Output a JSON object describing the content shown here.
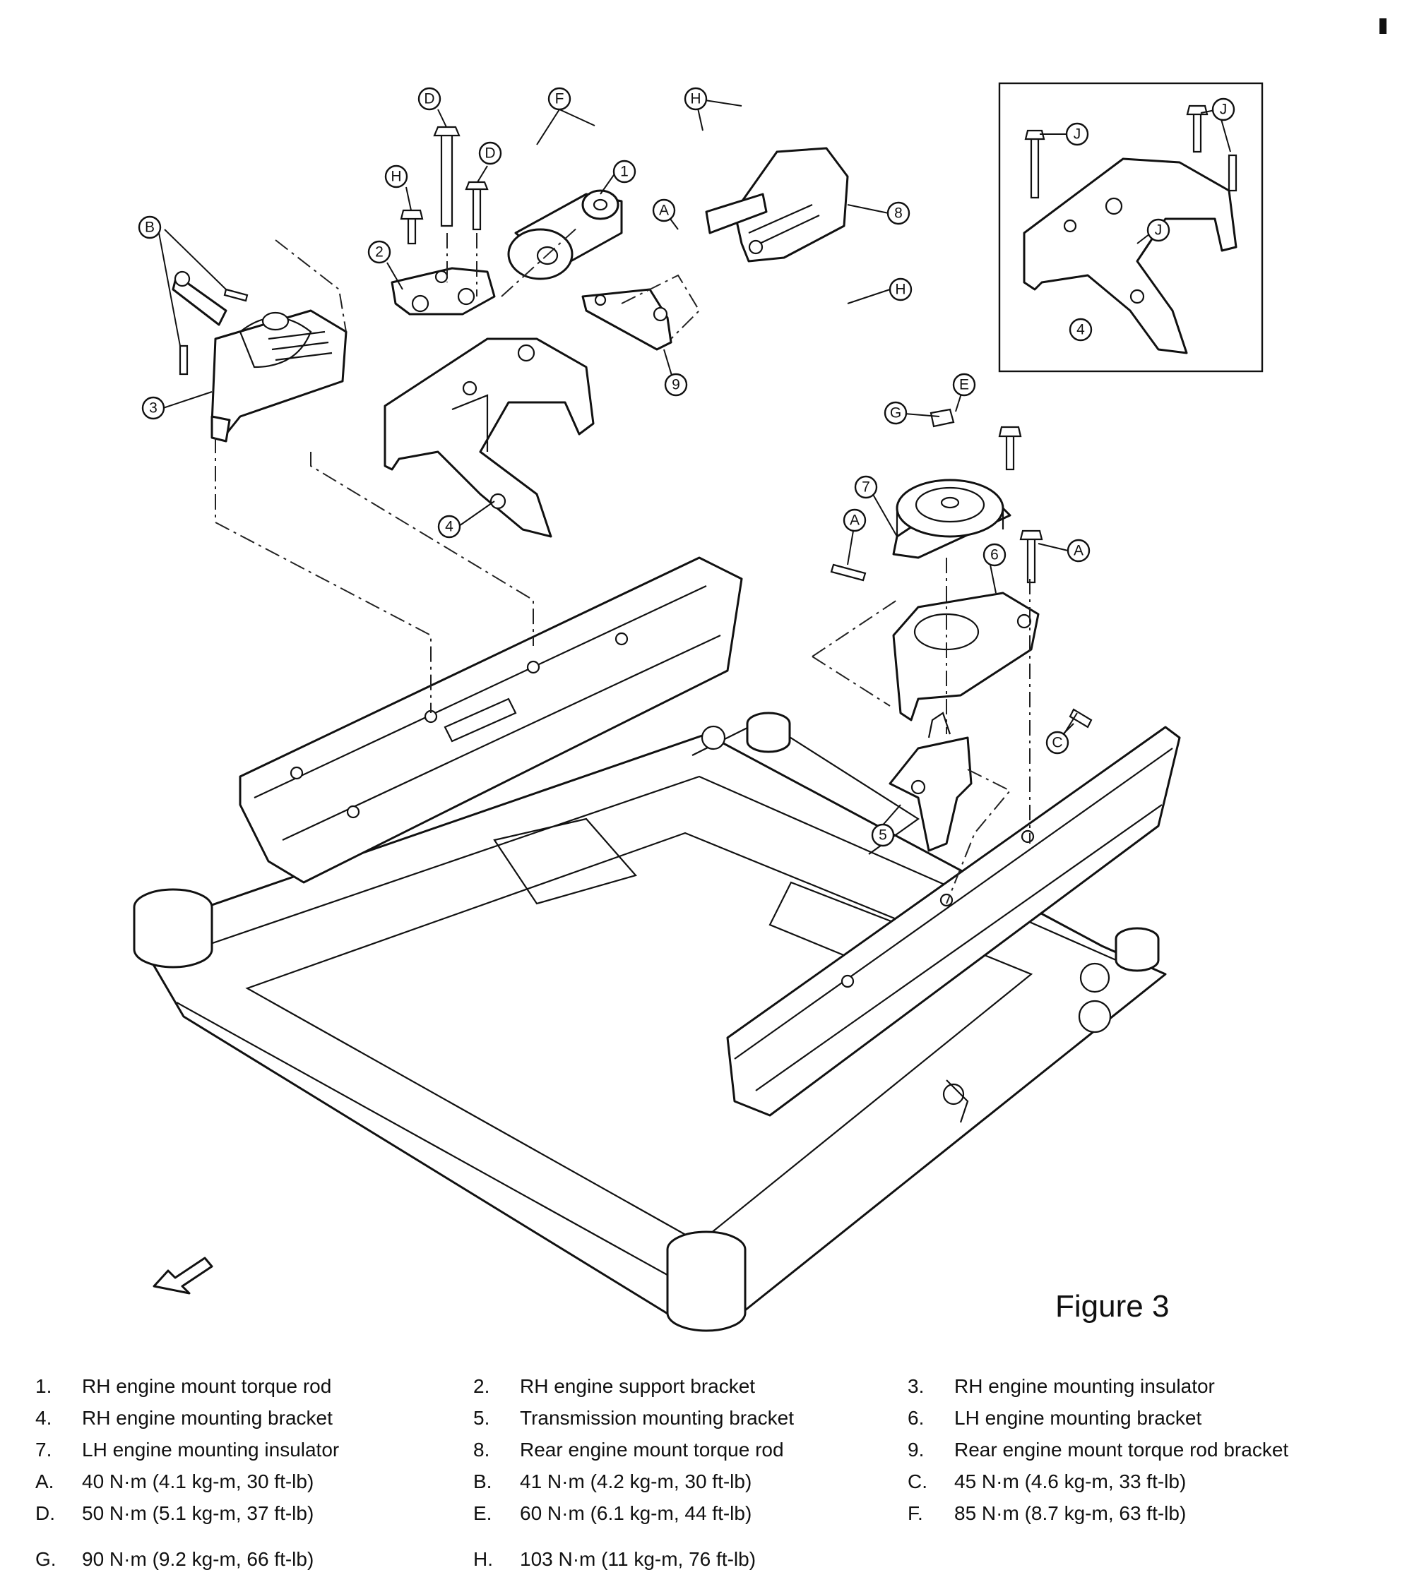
{
  "figure": {
    "title": "Figure 3"
  },
  "callouts": {
    "parts": [
      "1",
      "2",
      "3",
      "4",
      "5",
      "6",
      "7",
      "8",
      "9"
    ],
    "torques": [
      "A",
      "B",
      "C",
      "D",
      "E",
      "F",
      "G",
      "H",
      "J"
    ]
  },
  "legend": [
    {
      "key": "1.",
      "text": "RH engine mount torque rod"
    },
    {
      "key": "2.",
      "text": "RH engine support bracket"
    },
    {
      "key": "3.",
      "text": "RH engine mounting insulator"
    },
    {
      "key": "4.",
      "text": "RH engine mounting bracket"
    },
    {
      "key": "5.",
      "text": "Transmission mounting bracket"
    },
    {
      "key": "6.",
      "text": "LH engine mounting bracket"
    },
    {
      "key": "7.",
      "text": "LH engine mounting insulator"
    },
    {
      "key": "8.",
      "text": "Rear engine mount torque rod"
    },
    {
      "key": "9.",
      "text": "Rear engine mount torque rod bracket"
    },
    {
      "key": "A.",
      "text": "40 N·m (4.1 kg-m, 30 ft-lb)"
    },
    {
      "key": "B.",
      "text": "41 N·m (4.2 kg-m, 30 ft-lb)"
    },
    {
      "key": "C.",
      "text": "45 N·m (4.6 kg-m, 33 ft-lb)"
    },
    {
      "key": "D.",
      "text": "50 N·m (5.1 kg-m, 37 ft-lb)"
    },
    {
      "key": "E.",
      "text": "60 N·m (6.1 kg-m, 44 ft-lb)"
    },
    {
      "key": "F.",
      "text": "85 N·m (8.7 kg-m, 63 ft-lb)"
    },
    {
      "key": "G.",
      "text": "90 N·m (9.2 kg-m, 66 ft-lb)"
    },
    {
      "key": "H.",
      "text": "103 N·m (11 kg-m, 76 ft-lb)"
    }
  ]
}
